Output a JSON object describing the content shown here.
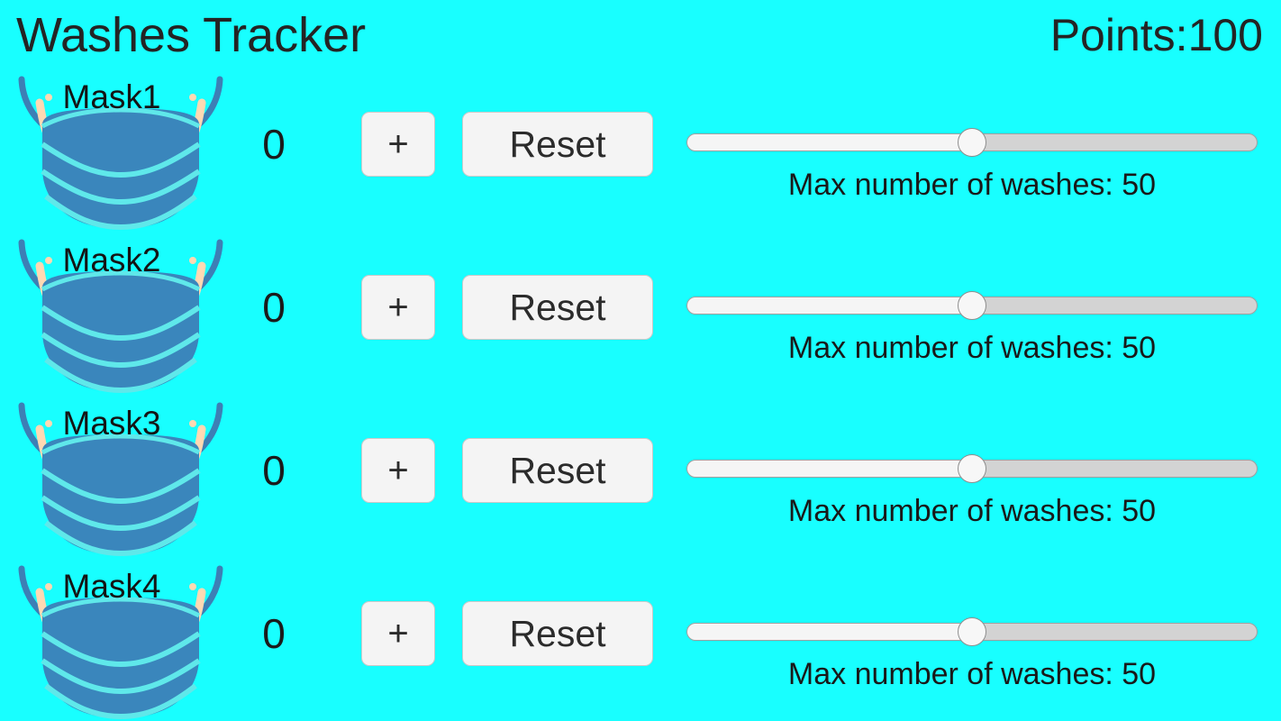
{
  "header": {
    "title": "Washes Tracker",
    "points_label": "Points:",
    "points_value": "100"
  },
  "colors": {
    "background": "#18ffff",
    "mask_body": "#3a86bc",
    "mask_strap": "#3d7fb5",
    "mask_ear": "#ffd9b3",
    "button_face": "#f4f4f4",
    "slider_track": "#d3d3d3",
    "slider_fill": "#f5f5f5",
    "text": "#212121"
  },
  "controls": {
    "increment_label": "+",
    "reset_label": "Reset",
    "slider_caption_prefix": "Max number of washes: ",
    "slider_min": 0,
    "slider_max": 100
  },
  "rows": [
    {
      "name": "Mask1",
      "count": "0",
      "increment_label": "+",
      "reset_label": "Reset",
      "max_washes": "50",
      "slider_caption": "Max number of washes: 50",
      "slider_percent": 50,
      "mask_icon": "face-mask-icon"
    },
    {
      "name": "Mask2",
      "count": "0",
      "increment_label": "+",
      "reset_label": "Reset",
      "max_washes": "50",
      "slider_caption": "Max number of washes: 50",
      "slider_percent": 50,
      "mask_icon": "face-mask-icon"
    },
    {
      "name": "Mask3",
      "count": "0",
      "increment_label": "+",
      "reset_label": "Reset",
      "max_washes": "50",
      "slider_caption": "Max number of washes: 50",
      "slider_percent": 50,
      "mask_icon": "face-mask-icon"
    },
    {
      "name": "Mask4",
      "count": "0",
      "increment_label": "+",
      "reset_label": "Reset",
      "max_washes": "50",
      "slider_caption": "Max number of washes: 50",
      "slider_percent": 50,
      "mask_icon": "face-mask-icon"
    }
  ]
}
